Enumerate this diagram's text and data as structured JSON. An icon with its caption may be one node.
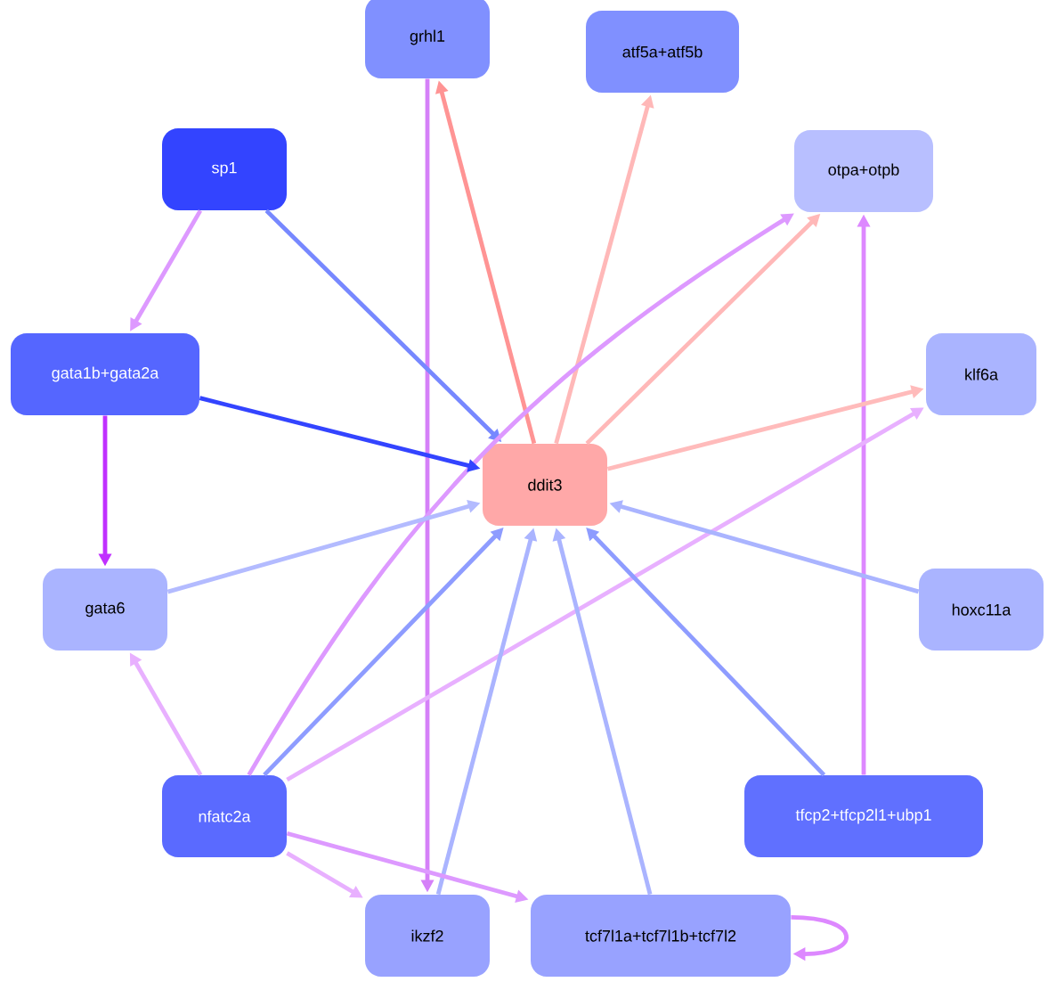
{
  "diagram": {
    "nodes": [
      {
        "text": [
          "grhl1"
        ]
      },
      {
        "text": [
          "atf5a+atf5b"
        ]
      },
      {
        "text": [
          "sp1"
        ]
      },
      {
        "text": [
          "otpa+otpb"
        ]
      },
      {
        "text": [
          "gata1b+gata2a"
        ]
      },
      {
        "text": [
          "klf6a"
        ]
      },
      {
        "text": [
          "ddit3"
        ]
      },
      {
        "text": [
          "gata6"
        ]
      },
      {
        "text": [
          "hoxc11a"
        ]
      },
      {
        "text": [
          "nfatc2a"
        ]
      },
      {
        "text": [
          "tfcp2+tfcp2l1+ubp1"
        ]
      },
      {
        "text": [
          "ikzf2"
        ]
      },
      {
        "text": [
          "tcf7l1a+tcf7l1b+tcf7l2"
        ]
      }
    ],
    "edges": [
      {
        "from": 0,
        "to": 11,
        "arrow": "to",
        "color": "#d580f8"
      },
      {
        "from": 6,
        "to": 0,
        "arrow": "to",
        "color": "#ff9494"
      },
      {
        "from": 6,
        "to": 1,
        "arrow": "to",
        "color": "#ffb8b8"
      },
      {
        "from": 2,
        "to": 4,
        "arrow": "to",
        "color": "#dd99ff"
      },
      {
        "from": 2,
        "to": 6,
        "arrow": "to",
        "color": "#7788ff"
      },
      {
        "from": 6,
        "to": 3,
        "arrow": "to",
        "color": "#ffb8b8"
      },
      {
        "from": 9,
        "to": 3,
        "arrow": "to",
        "color": "#dd99ff"
      },
      {
        "from": 10,
        "to": 3,
        "arrow": "to",
        "color": "#dd88ff"
      },
      {
        "from": 4,
        "to": 7,
        "arrow": "to",
        "color": "#c030ff"
      },
      {
        "from": 4,
        "to": 6,
        "arrow": "to",
        "color": "#3344ff"
      },
      {
        "from": 6,
        "to": 5,
        "arrow": "to",
        "color": "#ffbbbb"
      },
      {
        "from": 9,
        "to": 5,
        "arrow": "to",
        "color": "#e8b0ff"
      },
      {
        "from": 7,
        "to": 6,
        "arrow": "to",
        "color": "#b3bbff"
      },
      {
        "from": 8,
        "to": 6,
        "arrow": "to",
        "color": "#aab4ff"
      },
      {
        "from": 9,
        "to": 7,
        "arrow": "to",
        "color": "#e8b0ff"
      },
      {
        "from": 9,
        "to": 6,
        "arrow": "to",
        "color": "#8e9cff"
      },
      {
        "from": 11,
        "to": 6,
        "arrow": "to",
        "color": "#aab4ff"
      },
      {
        "from": 12,
        "to": 6,
        "arrow": "to",
        "color": "#aab4ff"
      },
      {
        "from": 10,
        "to": 6,
        "arrow": "to",
        "color": "#8e9cff"
      },
      {
        "from": 9,
        "to": 11,
        "arrow": "to",
        "color": "#e8b0ff"
      },
      {
        "from": 9,
        "to": 12,
        "arrow": "to",
        "color": "#dd99ff"
      },
      {
        "from": 12,
        "to": 12,
        "arrow": "to",
        "color": "#dd88ff"
      }
    ]
  }
}
